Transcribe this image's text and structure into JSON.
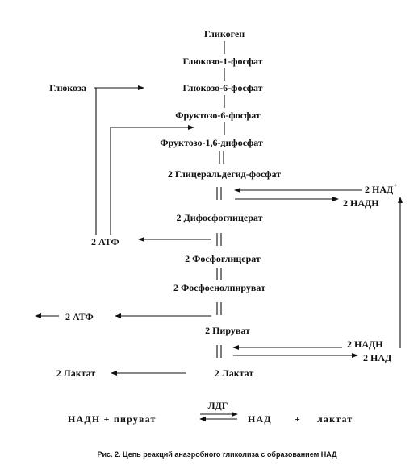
{
  "pathway": {
    "glycogen": "Гликоген",
    "g1p": "Глюкозо-1-фосфат",
    "glucose": "Глюкоза",
    "g6p": "Глюкозо-6-фосфат",
    "f6p": "Фруктозо-6-фосфат",
    "f16bp": "Фруктозо-1,6-дифосфат",
    "gap": "2 Глицеральдегид-фосфат",
    "dpg": "2 Дифосфоглицерат",
    "pg": "2 Фосфоглицерат",
    "pep": "2 Фосфоенолпируват",
    "pyruvate": "2 Пируват",
    "lactate": "2 Лактат",
    "lactate_out": "2 Лактат"
  },
  "cofactors": {
    "nad_plus_main": "2 НАД",
    "nad_plus_sup": "+",
    "nadh_top": "2 НАДН",
    "atp_left_1": "2 АТФ",
    "atp_left_2": "2 АТФ",
    "nadh_bottom": "2 НАДН",
    "nad_bottom": "2 НАД"
  },
  "equation": {
    "enzyme": "ЛДГ",
    "left": "НАДН + пируват",
    "right_a": "НАД",
    "plus": "+",
    "right_b": "лактат"
  },
  "caption": "Рис. 2. Цепь реакций анаэробного гликолиза с образованием НАД"
}
